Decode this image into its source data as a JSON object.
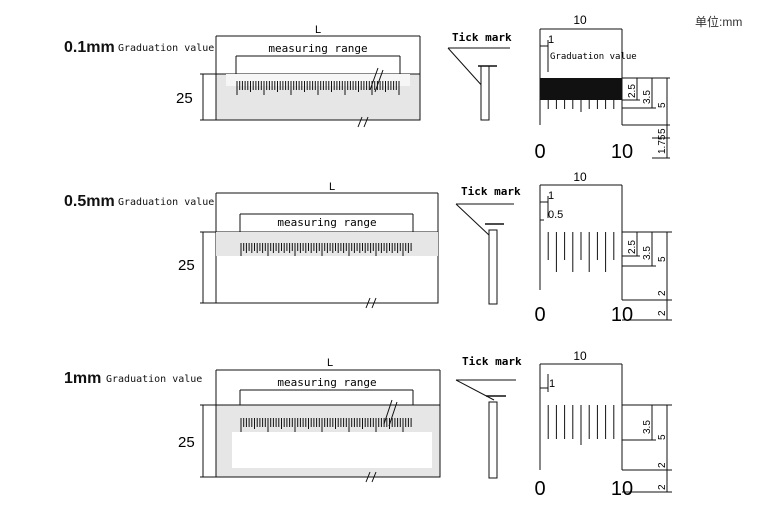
{
  "unit_label": "单位:mm",
  "labels": {
    "length": "L",
    "measuring_range": "measuring range",
    "graduation_value": "Graduation value",
    "tick_mark": "Tick mark",
    "height": "25"
  },
  "rows": [
    {
      "id": "row-01",
      "title": "0.1mm",
      "detail_width": "10",
      "detail_small": "1",
      "detail_inner_label": "Graduation value",
      "dims": [
        "2.5",
        "3.5",
        "5",
        "1.75",
        "5"
      ],
      "scale_start": "0",
      "scale_end": "10"
    },
    {
      "id": "row-05",
      "title": "0.5mm",
      "detail_width": "10",
      "detail_small": "1",
      "detail_sub": "0.5",
      "dims": [
        "2.5",
        "3.5",
        "5",
        "2",
        "2"
      ],
      "scale_start": "0",
      "scale_end": "10"
    },
    {
      "id": "row-1",
      "title": "1mm",
      "detail_width": "10",
      "detail_small": "1",
      "dims": [
        "3.5",
        "5",
        "2",
        "2"
      ],
      "scale_start": "0",
      "scale_end": "10"
    }
  ]
}
